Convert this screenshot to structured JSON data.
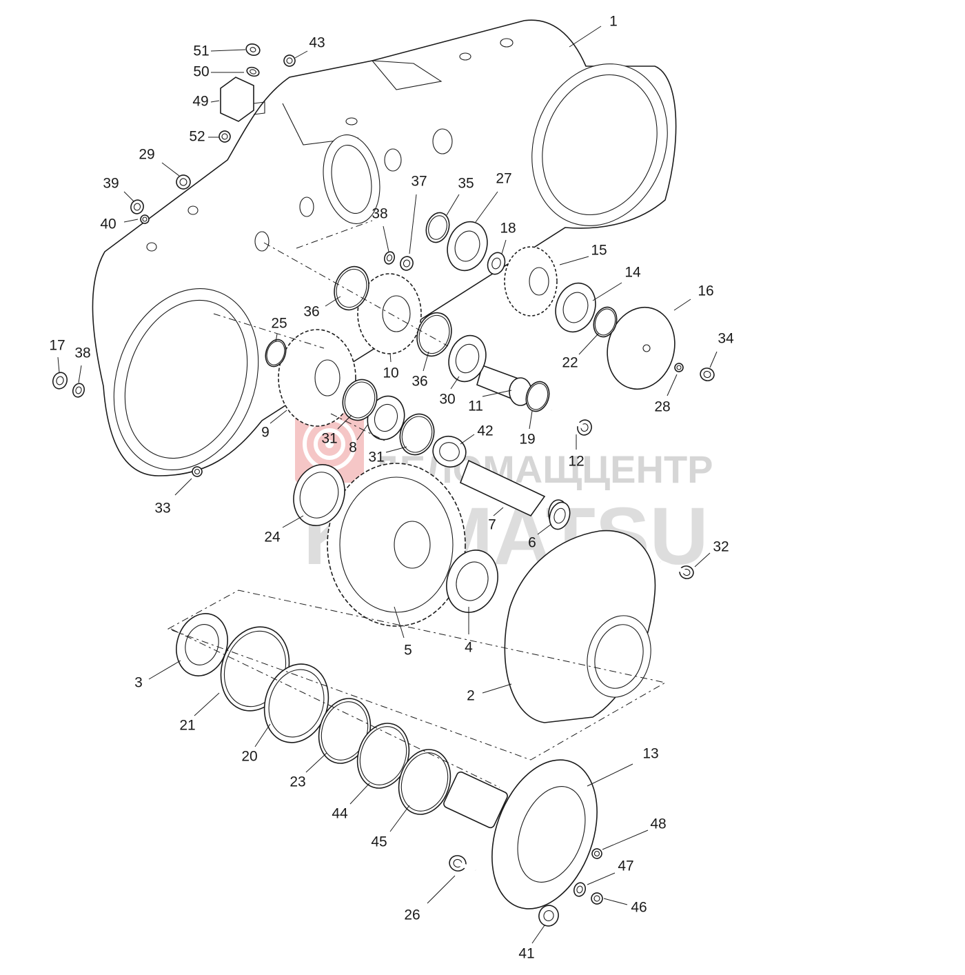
{
  "watermark": {
    "line1": "ДЕЛОМАЩЦЕНТР",
    "line2": "KOMATSU",
    "color": "#cfcfcf",
    "logo_color": "#f2b3b3"
  },
  "colors": {
    "line": "#1a1a1a",
    "background": "#ffffff"
  },
  "callouts": [
    {
      "id": "c1",
      "text": "1"
    },
    {
      "id": "c2",
      "text": "2"
    },
    {
      "id": "c3",
      "text": "3"
    },
    {
      "id": "c4",
      "text": "4"
    },
    {
      "id": "c5",
      "text": "5"
    },
    {
      "id": "c6",
      "text": "6"
    },
    {
      "id": "c7",
      "text": "7"
    },
    {
      "id": "c8",
      "text": "8"
    },
    {
      "id": "c9",
      "text": "9"
    },
    {
      "id": "c10",
      "text": "10"
    },
    {
      "id": "c11",
      "text": "11"
    },
    {
      "id": "c12",
      "text": "12"
    },
    {
      "id": "c13",
      "text": "13"
    },
    {
      "id": "c14",
      "text": "14"
    },
    {
      "id": "c15",
      "text": "15"
    },
    {
      "id": "c16",
      "text": "16"
    },
    {
      "id": "c17",
      "text": "17"
    },
    {
      "id": "c18",
      "text": "18"
    },
    {
      "id": "c19",
      "text": "19"
    },
    {
      "id": "c20",
      "text": "20"
    },
    {
      "id": "c21",
      "text": "21"
    },
    {
      "id": "c22",
      "text": "22"
    },
    {
      "id": "c23",
      "text": "23"
    },
    {
      "id": "c24",
      "text": "24"
    },
    {
      "id": "c25",
      "text": "25"
    },
    {
      "id": "c26",
      "text": "26"
    },
    {
      "id": "c27",
      "text": "27"
    },
    {
      "id": "c28",
      "text": "28"
    },
    {
      "id": "c29",
      "text": "29"
    },
    {
      "id": "c30",
      "text": "30"
    },
    {
      "id": "c31a",
      "text": "31"
    },
    {
      "id": "c31b",
      "text": "31"
    },
    {
      "id": "c32",
      "text": "32"
    },
    {
      "id": "c33",
      "text": "33"
    },
    {
      "id": "c34",
      "text": "34"
    },
    {
      "id": "c35",
      "text": "35"
    },
    {
      "id": "c36a",
      "text": "36"
    },
    {
      "id": "c36b",
      "text": "36"
    },
    {
      "id": "c37",
      "text": "37"
    },
    {
      "id": "c38a",
      "text": "38"
    },
    {
      "id": "c38b",
      "text": "38"
    },
    {
      "id": "c39",
      "text": "39"
    },
    {
      "id": "c40",
      "text": "40"
    },
    {
      "id": "c41",
      "text": "41"
    },
    {
      "id": "c42",
      "text": "42"
    },
    {
      "id": "c43",
      "text": "43"
    },
    {
      "id": "c44",
      "text": "44"
    },
    {
      "id": "c45",
      "text": "45"
    },
    {
      "id": "c46",
      "text": "46"
    },
    {
      "id": "c47",
      "text": "47"
    },
    {
      "id": "c48",
      "text": "48"
    },
    {
      "id": "c49",
      "text": "49"
    },
    {
      "id": "c50",
      "text": "50"
    },
    {
      "id": "c51",
      "text": "51"
    },
    {
      "id": "c52",
      "text": "52"
    }
  ]
}
